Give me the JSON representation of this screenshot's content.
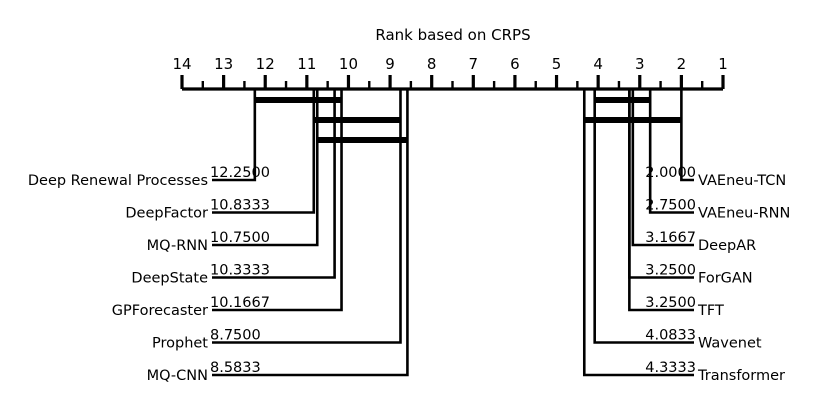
{
  "chart_data": {
    "type": "diagram",
    "subtype": "critical-difference",
    "title": "Rank based on CRPS",
    "xlabel": "",
    "ylabel": "",
    "axis": {
      "orientation": "horizontal",
      "direction": "reversed",
      "min": 1,
      "max": 14,
      "major_ticks": [
        14,
        13,
        12,
        11,
        10,
        9,
        8,
        7,
        6,
        5,
        4,
        3,
        2,
        1
      ],
      "tick_labels": [
        "14",
        "13",
        "12",
        "11",
        "10",
        "9",
        "8",
        "7",
        "6",
        "5",
        "4",
        "3",
        "2",
        "1"
      ],
      "minor_tick_step": 0.5,
      "grid": false,
      "legend": "none"
    },
    "methods_left": [
      {
        "name": "Deep Renewal Processes",
        "rank": 12.25,
        "rank_label": "12.2500"
      },
      {
        "name": "DeepFactor",
        "rank": 10.8333,
        "rank_label": "10.8333"
      },
      {
        "name": "MQ-RNN",
        "rank": 10.75,
        "rank_label": "10.7500"
      },
      {
        "name": "DeepState",
        "rank": 10.3333,
        "rank_label": "10.3333"
      },
      {
        "name": "GPForecaster",
        "rank": 10.1667,
        "rank_label": "10.1667"
      },
      {
        "name": "Prophet",
        "rank": 8.75,
        "rank_label": "8.7500"
      },
      {
        "name": "MQ-CNN",
        "rank": 8.5833,
        "rank_label": "8.5833"
      }
    ],
    "methods_right": [
      {
        "name": "VAEneu-TCN",
        "rank": 2.0,
        "rank_label": "2.0000"
      },
      {
        "name": "VAEneu-RNN",
        "rank": 2.75,
        "rank_label": "2.7500"
      },
      {
        "name": "DeepAR",
        "rank": 3.1667,
        "rank_label": "3.1667"
      },
      {
        "name": "ForGAN",
        "rank": 3.25,
        "rank_label": "3.2500"
      },
      {
        "name": "TFT",
        "rank": 3.25,
        "rank_label": "3.2500"
      },
      {
        "name": "Wavenet",
        "rank": 4.0833,
        "rank_label": "4.0833"
      },
      {
        "name": "Transformer",
        "rank": 4.3333,
        "rank_label": "4.3333"
      }
    ],
    "cliques": [
      {
        "id": "clique-1",
        "from": 12.25,
        "to": 10.1667,
        "level": 0
      },
      {
        "id": "clique-2",
        "from": 10.8333,
        "to": 8.75,
        "level": 1
      },
      {
        "id": "clique-3",
        "from": 10.75,
        "to": 8.5833,
        "level": 2
      },
      {
        "id": "clique-4",
        "from": 4.0833,
        "to": 2.75,
        "level": 0
      },
      {
        "id": "clique-5",
        "from": 4.3333,
        "to": 2.0,
        "level": 1
      }
    ],
    "colors": {
      "line": "#000000",
      "background": "#ffffff",
      "text": "#000000"
    }
  }
}
